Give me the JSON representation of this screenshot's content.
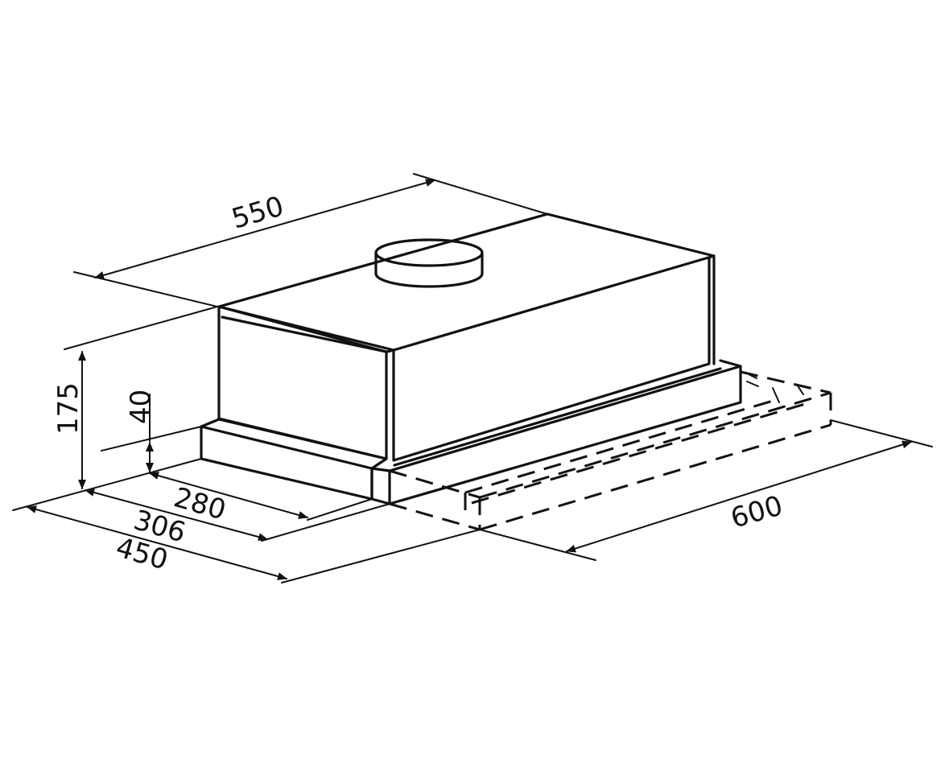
{
  "dimensions": {
    "width_top": "550",
    "height_total": "175",
    "height_front": "40",
    "depth_inner": "280",
    "depth_mid": "306",
    "depth_total": "450",
    "width_extended": "600"
  }
}
